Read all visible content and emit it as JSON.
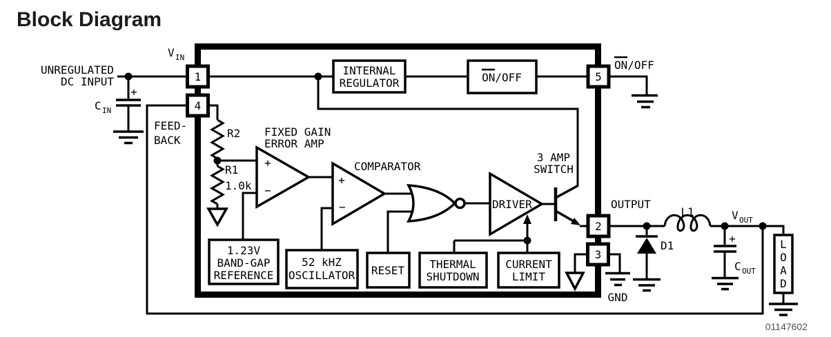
{
  "title": "Block Diagram",
  "part_number": "01147602",
  "colors": {
    "background": "#ffffff",
    "line": "#000000",
    "title": "#1c1c1e",
    "part_number": "#4d4d4d"
  },
  "pins": {
    "pin1": "1",
    "pin2": "2",
    "pin3": "3",
    "pin4": "4",
    "pin5": "5"
  },
  "labels": {
    "vin": {
      "main": "V",
      "sub": "IN"
    },
    "input_line1": "UNREGULATED",
    "input_line2": "DC INPUT",
    "cin": {
      "main": "C",
      "sub": "IN",
      "plus": "+"
    },
    "feedback_line1": "FEED-",
    "feedback_line2": "BACK",
    "r2": "R2",
    "r1": "R1",
    "r1_value": "1.0k",
    "onoff_pin": "ON/OFF",
    "output": "OUTPUT",
    "gnd": "GND",
    "l1": "L1",
    "d1": "D1",
    "vout": {
      "main": "V",
      "sub": "OUT"
    },
    "cout": {
      "main": "C",
      "sub": "OUT",
      "plus": "+"
    },
    "load": [
      "L",
      "O",
      "A",
      "D"
    ]
  },
  "blocks": {
    "internal_regulator": {
      "line1": "INTERNAL",
      "line2": "REGULATOR"
    },
    "onoff": {
      "label": "ON/OFF"
    },
    "error_amp": {
      "line1": "FIXED GAIN",
      "line2": "ERROR AMP",
      "plus": "+",
      "minus": "−"
    },
    "comparator": {
      "label": "COMPARATOR",
      "plus": "+",
      "minus": "−"
    },
    "driver": {
      "label": "DRIVER"
    },
    "switch": {
      "line1": "3 AMP",
      "line2": "SWITCH"
    },
    "bandgap": {
      "line1": "1.23V",
      "line2": "BAND-GAP",
      "line3": "REFERENCE"
    },
    "oscillator": {
      "line1": "52 kHZ",
      "line2": "OSCILLATOR"
    },
    "reset": {
      "label": "RESET"
    },
    "thermal_shutdown": {
      "line1": "THERMAL",
      "line2": "SHUTDOWN"
    },
    "current_limit": {
      "line1": "CURRENT",
      "line2": "LIMIT"
    }
  }
}
